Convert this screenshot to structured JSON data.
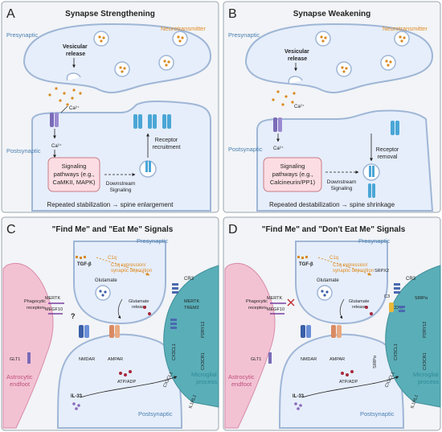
{
  "panels": {
    "a": {
      "letter": "A",
      "title": "Synapse Strengthening",
      "presynaptic": "Presynaptic",
      "postsynaptic": "Postsynaptic",
      "neurotransmitter": "Neurotransmitter",
      "vesicular_1": "Vesicular",
      "vesicular_2": "release",
      "ca_outside": "Ca²⁺",
      "ca_inside": "Ca²⁺",
      "receptor_1": "Receptor",
      "receptor_2": "recruitment",
      "signaling_1": "Signaling",
      "signaling_2": "pathways (e.g.,",
      "signaling_3": "CaMKII, MAPK)",
      "downstream_1": "Downstream",
      "downstream_2": "Signaling",
      "footer": "Repeated stabilization → spine enlargement"
    },
    "b": {
      "letter": "B",
      "title": "Synapse Weakening",
      "presynaptic": "Presynaptic",
      "postsynaptic": "Postsynaptic",
      "neurotransmitter": "Neurotransmitter",
      "vesicular_1": "Vesicular",
      "vesicular_2": "release",
      "ca_outside": "Ca²⁺",
      "ca_inside": "Ca²⁺",
      "receptor_1": "Receptor",
      "receptor_2": "removal",
      "signaling_1": "Signaling",
      "signaling_2": "pathways (e.g.,",
      "signaling_3": "Calcineurin/PP1)",
      "downstream_1": "Downstream",
      "downstream_2": "Signaling",
      "footer": "Repeated destabilization → spine shrinkage"
    },
    "c": {
      "letter": "C",
      "title": "\"Find Me\" and \"Eat Me\" Signals",
      "presynaptic": "Presynaptic",
      "postsynaptic": "Postsynaptic",
      "c1q": "C1q",
      "c1q_expression": "C1q expression/",
      "c1q_deposition": "synaptic deposition",
      "tgfb": "TGF-β",
      "glutamate": "Glutamate",
      "glutamate_release_1": "Glutamate",
      "glutamate_release_2": "release",
      "phago_1": "Phagocytic",
      "phago_2": "receptors",
      "mertk": "MERTK",
      "megf10": "MEGF10",
      "question": "?",
      "glt1": "GLT1",
      "nmdar": "NMDAR",
      "ampar": "AMPAR",
      "atp": "ATP/ADP",
      "il33": "IL-33",
      "astro_1": "Astrocytic",
      "astro_2": "endfoot",
      "micro_1": "Microglial",
      "micro_2": "process",
      "cr3": "CR3",
      "mertk_micro": "MERTK",
      "trem2": "TREM2",
      "p2ry12": "P2RY12",
      "cx3cr1": "CX3CR1",
      "cx3cl1": "CX3CL1",
      "cx3cl1_b": "CX3CL1",
      "il1rl1": "IL1RL1"
    },
    "d": {
      "letter": "D",
      "title": "\"Find Me\" and \"Don't Eat Me\" Signals",
      "presynaptic": "Presynaptic",
      "postsynaptic": "Postsynaptic",
      "c1q": "C1q",
      "c1q_expression": "C1q expression/",
      "c1q_deposition": "synaptic deposition",
      "tgfb": "TGF-β",
      "glutamate": "Glutamate",
      "glutamate_release_1": "Glutamate",
      "glutamate_release_2": "release",
      "phago_1": "Phagocytic",
      "phago_2": "receptors",
      "mertk": "MERTK",
      "megf10": "MEGF10",
      "srpx2": "SRPX2",
      "c3": "C3",
      "cd47": "CD47",
      "sirpa": "SIRPα",
      "sirpa2": "SIRPα",
      "glt1": "GLT1",
      "nmdar": "NMDAR",
      "ampar": "AMPAR",
      "atp": "ATP/ADP",
      "il33": "IL-33",
      "astro_1": "Astrocytic",
      "astro_2": "endfoot",
      "micro_1": "Microglial",
      "micro_2": "process",
      "cr3": "CR3",
      "p2ry12": "P2RY12",
      "cx3cr1": "CX3CR1",
      "cx3cl1": "CX3CL1",
      "cx3cl1_b": "CX3CL1",
      "il1rl1": "IL1RL1"
    }
  },
  "colors": {
    "panel_bg": "#f2f4f7",
    "panel_border": "#9aa3ad",
    "neuron_fill": "#e6eefb",
    "neuron_stroke": "#9fb6d6",
    "orange_text": "#e08a1e",
    "blue_text": "#4a7fb0",
    "astro_fill": "#f2c2d3",
    "astro_text": "#c0507a",
    "micro_fill": "#5aaeb8",
    "micro_text": "#2e8b98",
    "signal_box_fill": "#fbdde3",
    "signal_box_stroke": "#c97a86",
    "receptor_blue": "#4aa6d6",
    "receptor_purple": "#7a6bb8"
  }
}
